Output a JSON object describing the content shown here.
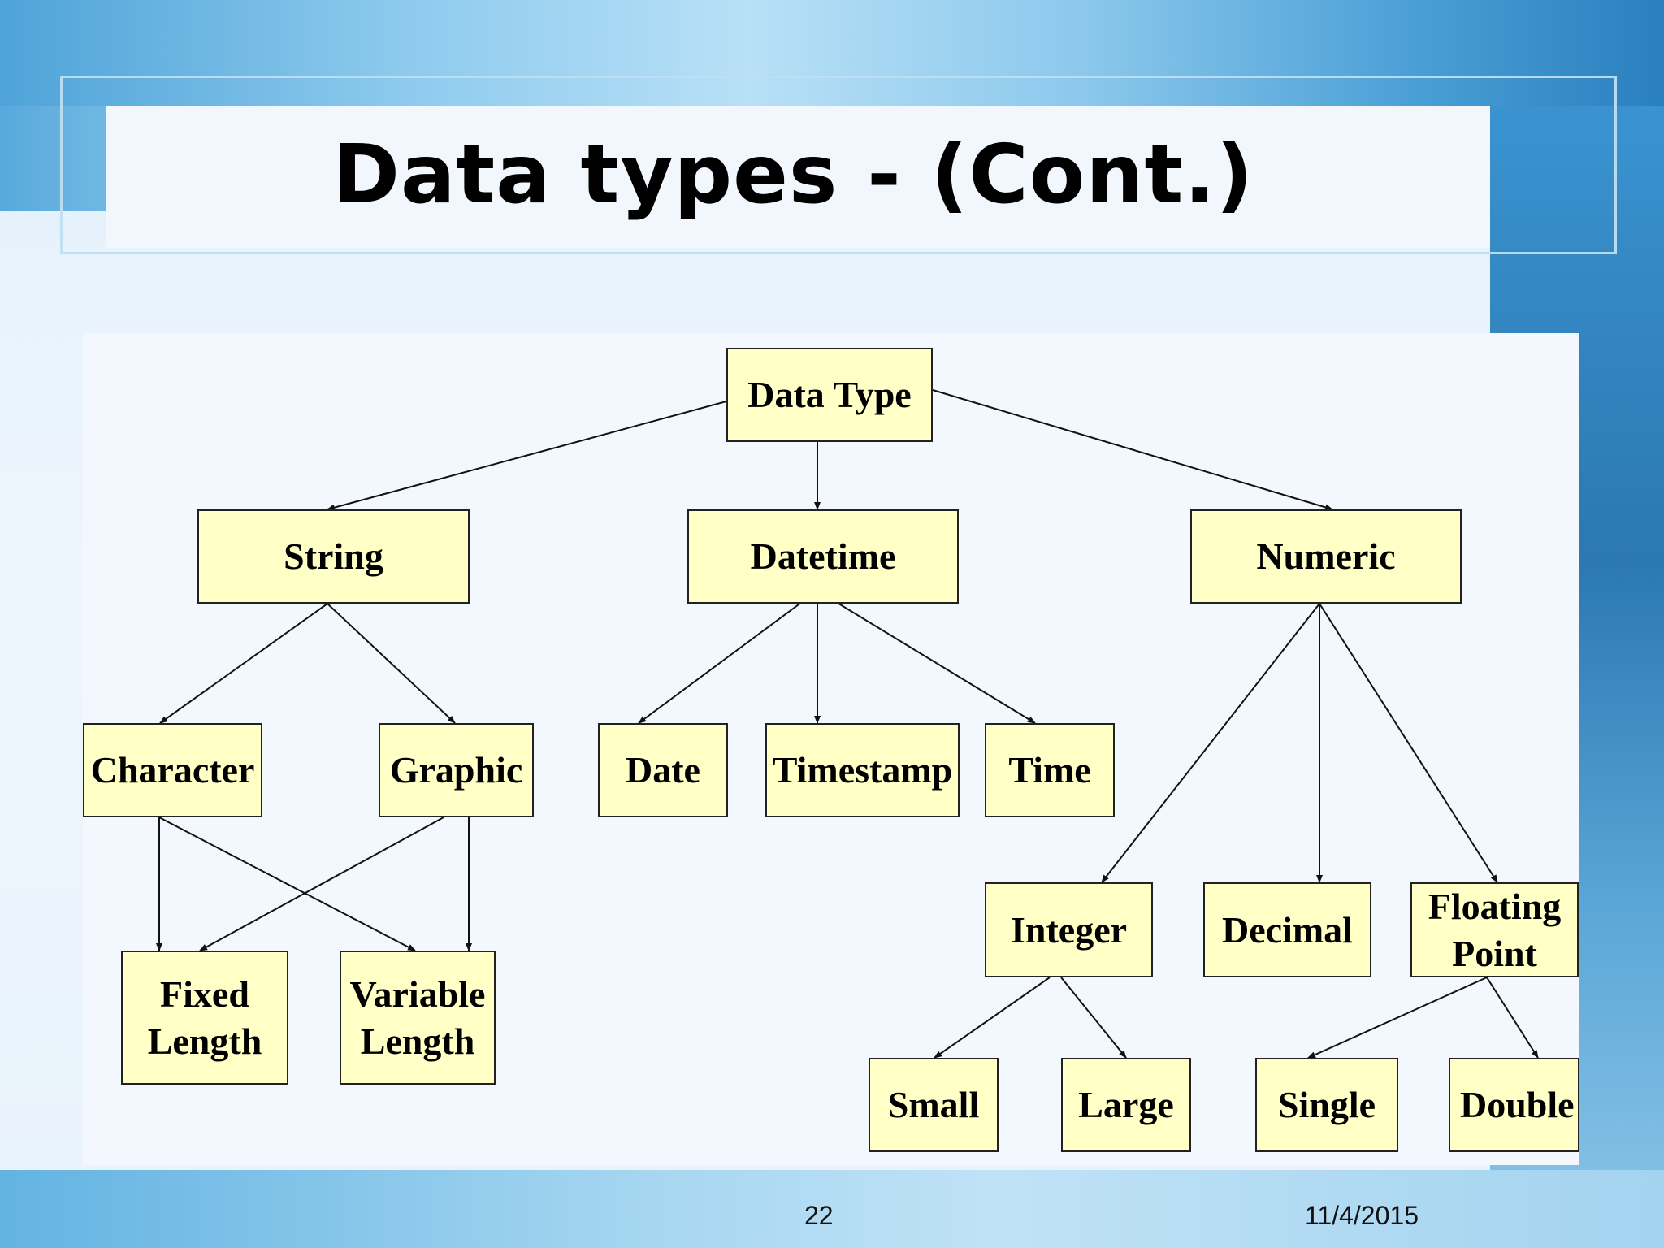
{
  "slide": {
    "title": "Data types - (Cont.)",
    "page_number": "22",
    "date": "11/4/2015"
  },
  "diagram": {
    "nodes": {
      "data_type": "Data Type",
      "string": "String",
      "datetime": "Datetime",
      "numeric": "Numeric",
      "character": "Character",
      "graphic": "Graphic",
      "date": "Date",
      "timestamp": "Timestamp",
      "time": "Time",
      "fixed_length": "Fixed\nLength",
      "variable_length": "Variable\nLength",
      "integer": "Integer",
      "decimal": "Decimal",
      "floating_point": "Floating\nPoint",
      "small": "Small",
      "large": "Large",
      "single": "Single",
      "double": "Double"
    },
    "edges": [
      [
        "data_type",
        "string"
      ],
      [
        "data_type",
        "datetime"
      ],
      [
        "data_type",
        "numeric"
      ],
      [
        "string",
        "character"
      ],
      [
        "string",
        "graphic"
      ],
      [
        "datetime",
        "date"
      ],
      [
        "datetime",
        "timestamp"
      ],
      [
        "datetime",
        "time"
      ],
      [
        "numeric",
        "integer"
      ],
      [
        "numeric",
        "decimal"
      ],
      [
        "numeric",
        "floating_point"
      ],
      [
        "character",
        "fixed_length"
      ],
      [
        "character",
        "variable_length"
      ],
      [
        "graphic",
        "fixed_length"
      ],
      [
        "graphic",
        "variable_length"
      ],
      [
        "integer",
        "small"
      ],
      [
        "integer",
        "large"
      ],
      [
        "floating_point",
        "single"
      ],
      [
        "floating_point",
        "double"
      ]
    ]
  }
}
